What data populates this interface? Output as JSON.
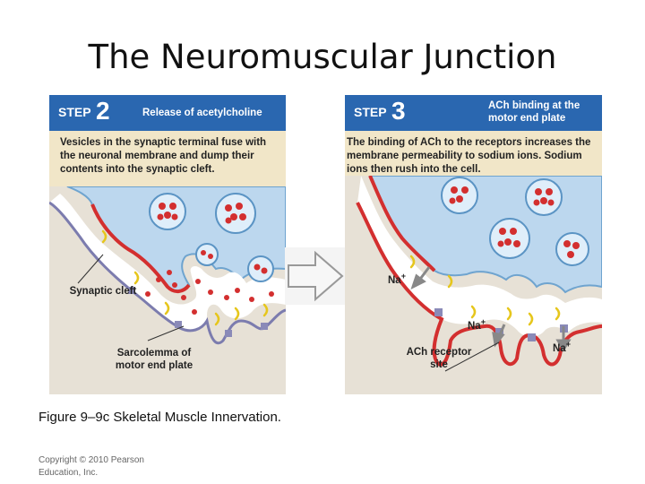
{
  "slide": {
    "title": "The Neuromuscular Junction",
    "caption": "Figure 9–9c Skeletal Muscle Innervation.",
    "copyright": "Copyright © 2010 Pearson Education, Inc."
  },
  "step2": {
    "word": "STEP",
    "number": "2",
    "title": "Release of acetylcholine",
    "description": "Vesicles in the synaptic terminal fuse with the neuronal membrane and dump their contents into the synaptic cleft.",
    "labels": {
      "synaptic_cleft": "Synaptic cleft",
      "sarcolemma": "Sarcolemma of motor end plate"
    }
  },
  "step3": {
    "word": "STEP",
    "number": "3",
    "title": "ACh binding at the motor end plate",
    "description": "The binding of ACh to the receptors increases the membrane permeability to sodium ions. Sodium ions then rush into the cell.",
    "labels": {
      "na": "Na",
      "na_charge": "+",
      "ach_receptor": "ACh receptor site"
    }
  },
  "colors": {
    "header_blue": "#2a67b0",
    "panel_bg": "#f1e6c8",
    "terminal_blue": "#bcd7ee",
    "membrane_red": "#d32f2f",
    "vesicle": "#dfeefa",
    "ach_red": "#d32f2f",
    "receptor": "#8a8ab8",
    "yellow_crescent": "#e6c61c"
  }
}
